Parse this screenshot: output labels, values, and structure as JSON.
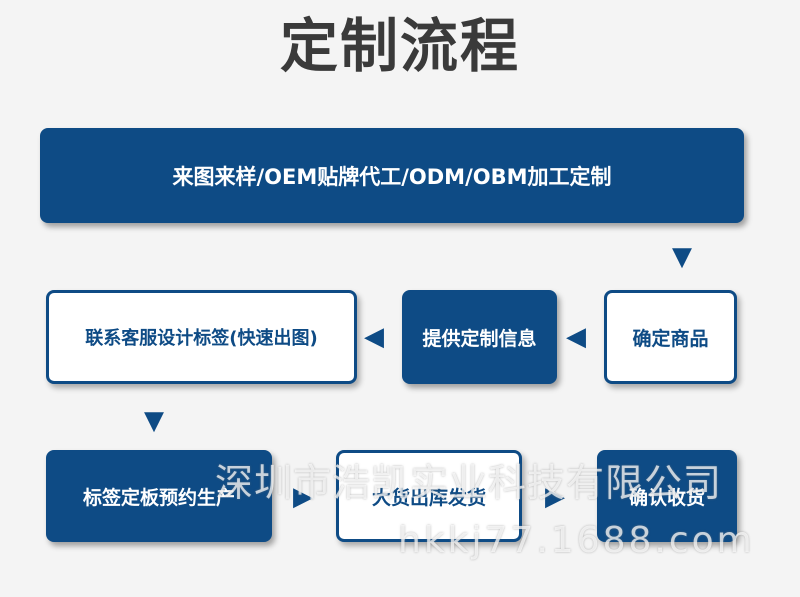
{
  "title": "定制流程",
  "steps": {
    "banner": "来图来样/OEM贴牌代工/ODM/OBM加工定制",
    "confirm_product": "确定商品",
    "provide_info": "提供定制信息",
    "contact_service": "联系客服设计标签(快速出图)",
    "label_board": "标签定板预约生产",
    "bulk_shipping": "大货出库发货",
    "confirm_receipt": "确认收货"
  },
  "watermark": {
    "company": "深圳市浩凯实业科技有限公司",
    "site": "hkkj77.1688.com"
  },
  "colors": {
    "primary": "#0e4b85",
    "background": "#f4f4f4",
    "title": "#3a3a3a"
  }
}
